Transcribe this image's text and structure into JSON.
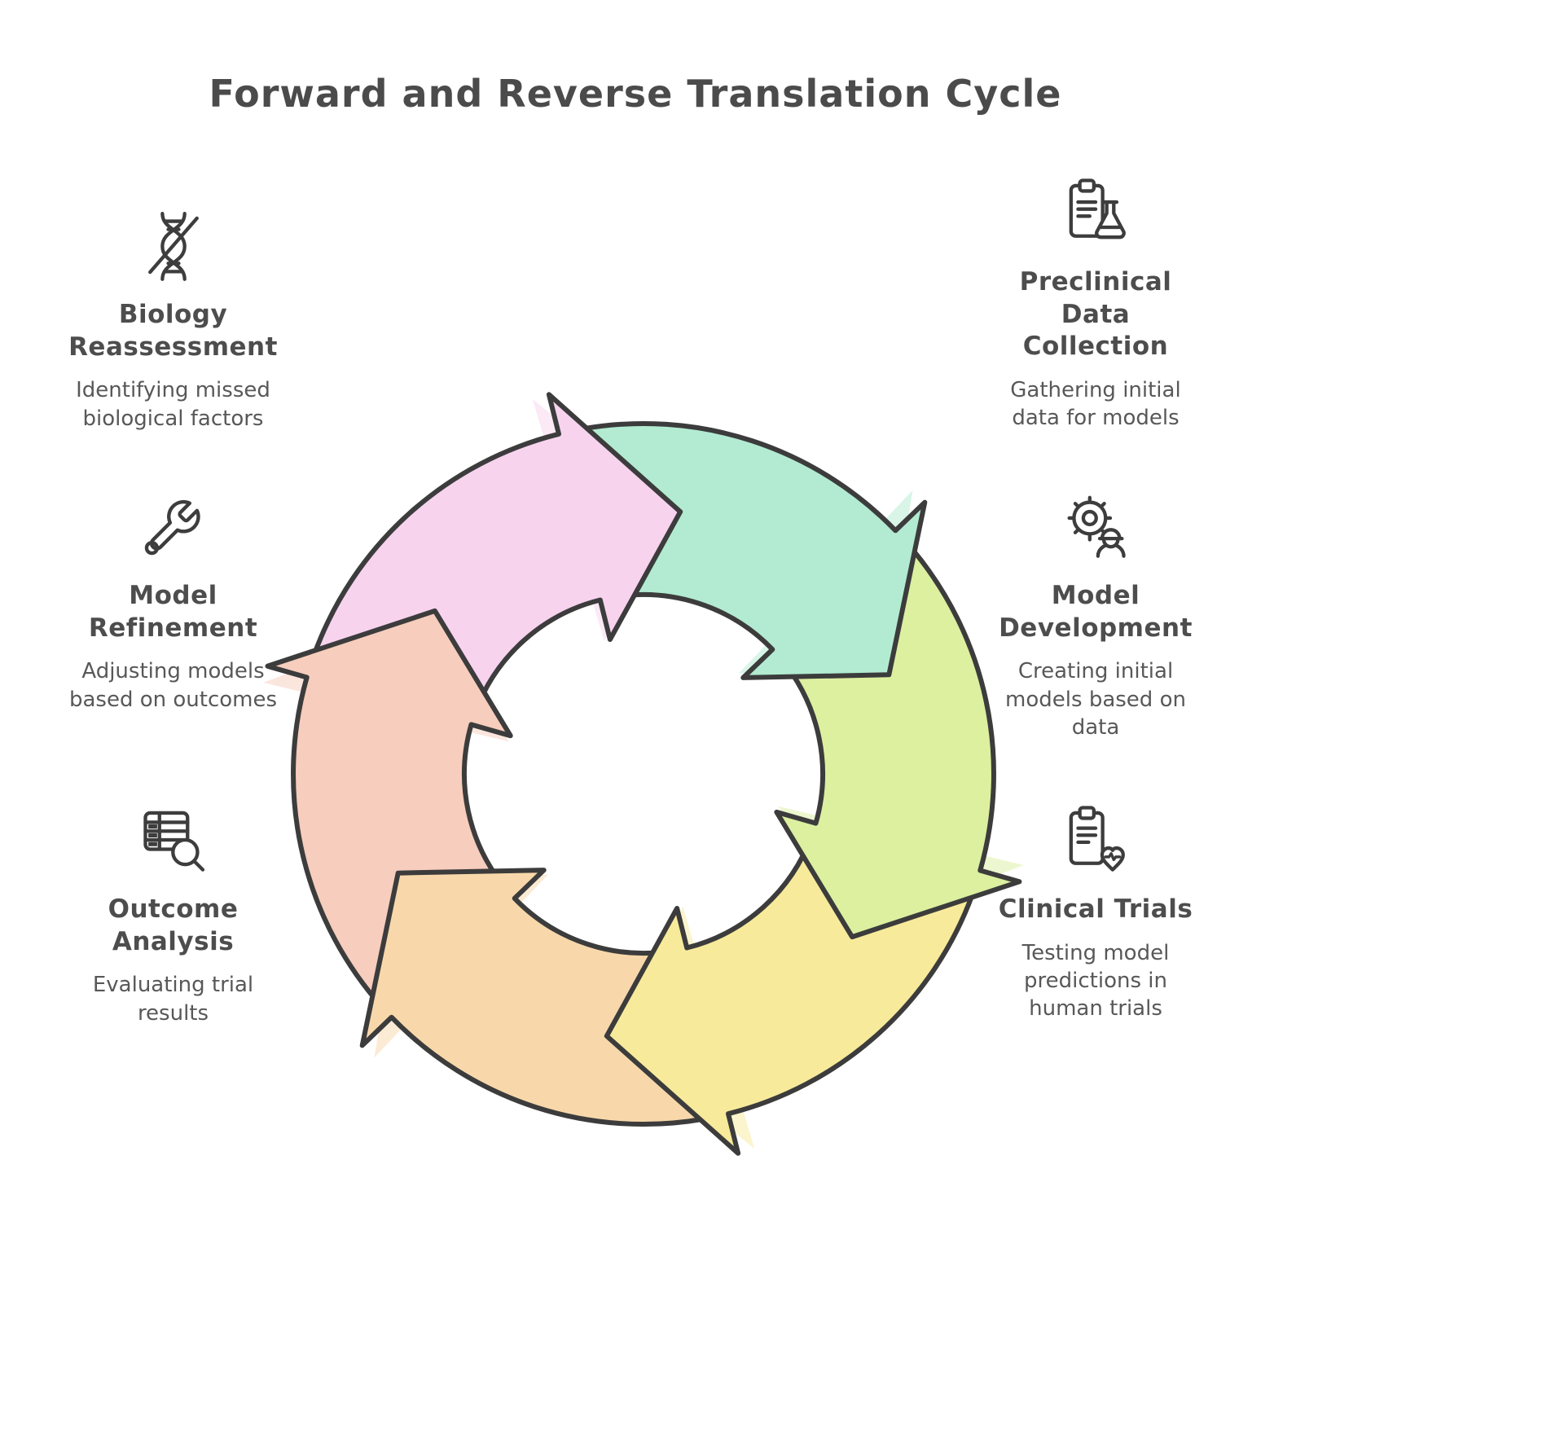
{
  "title": "Forward and Reverse Translation Cycle",
  "colors": {
    "outline": "#3c3c3c",
    "icon_stroke": "#3d3d3d",
    "heading_text": "#4d4d4d",
    "body_text": "#585858"
  },
  "cycle": {
    "direction": "clockwise",
    "segments": [
      {
        "name": "biology-reassessment",
        "color": "#f7d3ee"
      },
      {
        "name": "preclinical-data-collection",
        "color": "#b2ebd1"
      },
      {
        "name": "model-development",
        "color": "#dcf0a0"
      },
      {
        "name": "clinical-trials",
        "color": "#f7ea9b"
      },
      {
        "name": "outcome-analysis",
        "color": "#f8d8ab"
      },
      {
        "name": "model-refinement",
        "color": "#f7cdbd"
      }
    ]
  },
  "left_items": [
    {
      "icon": "dna-icon",
      "title": "Biology Reassessment",
      "description": "Identifying missed biological factors"
    },
    {
      "icon": "wrench-icon",
      "title": "Model Refinement",
      "description": "Adjusting models based on outcomes"
    },
    {
      "icon": "table-search-icon",
      "title": "Outcome Analysis",
      "description": "Evaluating trial results"
    }
  ],
  "right_items": [
    {
      "icon": "clipboard-flask-icon",
      "title": "Preclinical Data Collection",
      "description": "Gathering initial data for models"
    },
    {
      "icon": "gear-engineer-icon",
      "title": "Model Development",
      "description": "Creating initial models based on data"
    },
    {
      "icon": "clipboard-heart-icon",
      "title": "Clinical Trials",
      "description": "Testing model predictions in human trials"
    }
  ]
}
